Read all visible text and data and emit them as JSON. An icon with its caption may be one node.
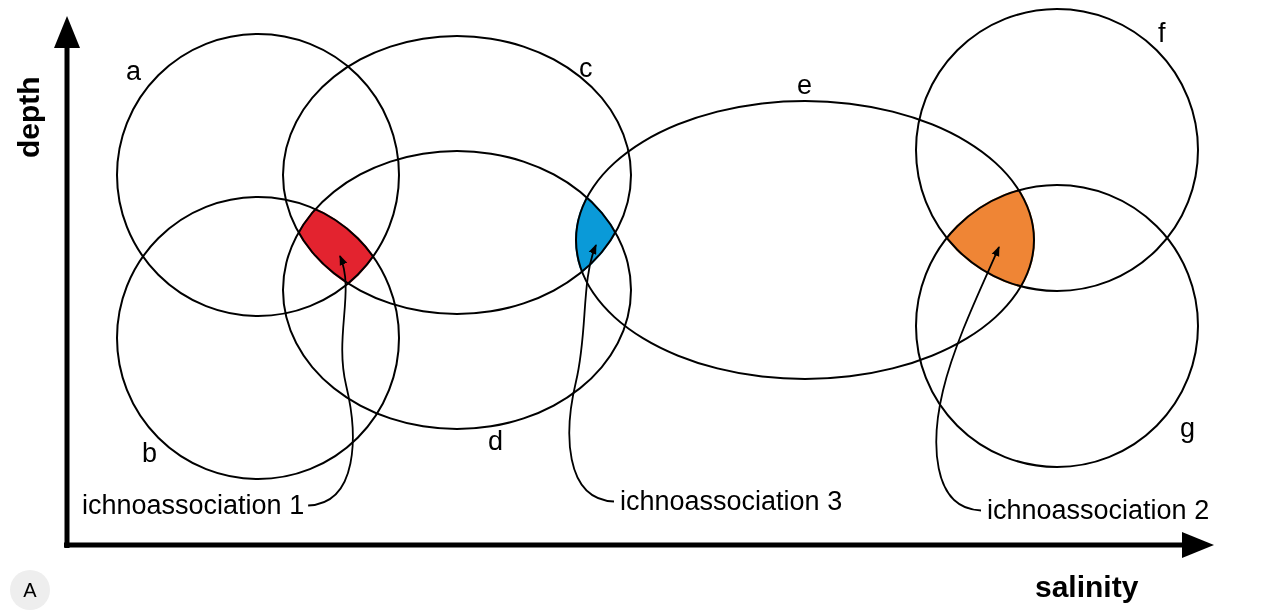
{
  "diagram": {
    "nodes": [
      {
        "text": [
          "a"
        ]
      },
      {
        "text": [
          "b"
        ]
      },
      {
        "text": [
          "c"
        ]
      },
      {
        "text": [
          "d"
        ]
      },
      {
        "text": [
          "e"
        ]
      },
      {
        "text": [
          "f"
        ]
      },
      {
        "text": [
          "g"
        ]
      },
      {
        "text": [],
        "shape": "lens"
      },
      {
        "text": [],
        "shape": "lens"
      },
      {
        "text": [],
        "shape": "lens"
      },
      {
        "text": [
          "ichnoassociation 1"
        ]
      },
      {
        "text": [
          "ichnoassociation 3"
        ]
      },
      {
        "text": [
          "ichnoassociation 2"
        ]
      }
    ],
    "edges": [
      {
        "from": 10,
        "to": 7,
        "arrow": "to"
      },
      {
        "from": 11,
        "to": 8,
        "arrow": "to"
      },
      {
        "from": 12,
        "to": 9,
        "arrow": "to"
      }
    ],
    "labels": [
      "depth",
      "salinity",
      "A"
    ]
  }
}
